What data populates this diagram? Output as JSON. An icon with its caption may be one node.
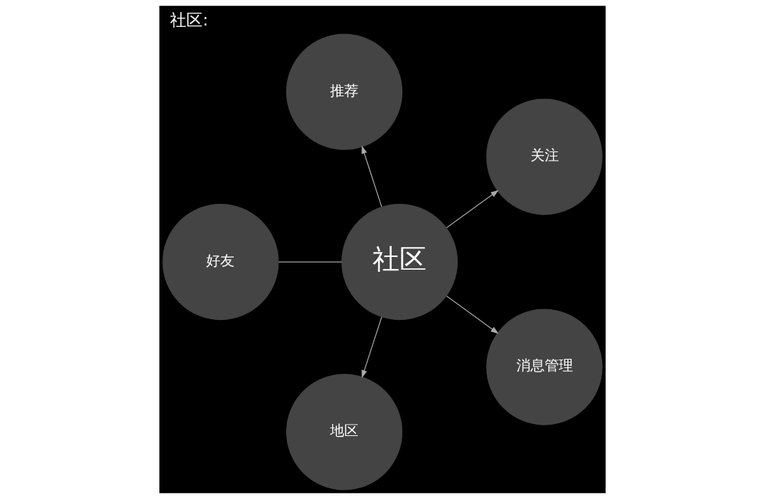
{
  "diagram": {
    "title": "社区:",
    "nodes": [
      {
        "text": [
          "社区"
        ]
      },
      {
        "text": [
          "关注"
        ]
      },
      {
        "text": [
          "推荐"
        ]
      },
      {
        "text": [
          "好友"
        ]
      },
      {
        "text": [
          "地区"
        ]
      },
      {
        "text": [
          "消息管理"
        ]
      }
    ],
    "edges": [
      {
        "from": 0,
        "to": 1,
        "arrow": "to"
      },
      {
        "from": 0,
        "to": 2,
        "arrow": "to"
      },
      {
        "from": 0,
        "to": 3,
        "arrow": "none"
      },
      {
        "from": 0,
        "to": 4,
        "arrow": "to"
      },
      {
        "from": 0,
        "to": 5,
        "arrow": "to"
      }
    ]
  }
}
